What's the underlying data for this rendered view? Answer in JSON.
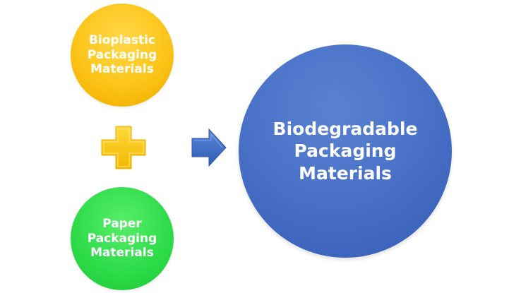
{
  "diagram": {
    "inputs": [
      {
        "label": "Bioplastic\nPackaging\nMaterials",
        "color": "#fcc419"
      },
      {
        "label": "Paper\nPackaging\nMaterials",
        "color": "#2fdc4a"
      }
    ],
    "operator": {
      "symbol": "plus",
      "color": "#f9c80e"
    },
    "connector": {
      "symbol": "arrow-right",
      "color": "#4472c4"
    },
    "output": {
      "label": "Biodegradable\nPackaging\nMaterials",
      "color": "#4472c4"
    }
  }
}
